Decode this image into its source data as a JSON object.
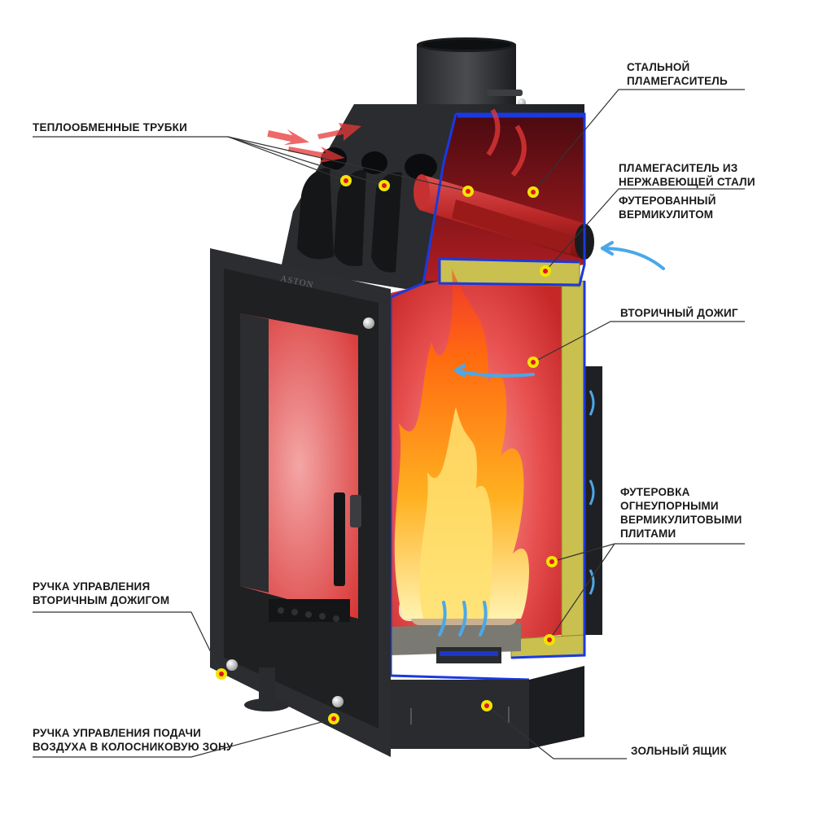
{
  "brand": "ASTON",
  "labels": {
    "heat_tubes": "ТЕПЛООБМЕННЫЕ ТРУБКИ",
    "steel_baffle": [
      "СТАЛЬНОЙ",
      "ПЛАМЕГАСИТЕЛЬ"
    ],
    "stainless_baffle": [
      "ПЛАМЕГАСИТЕЛЬ ИЗ",
      "НЕРЖАВЕЮЩЕЙ СТАЛИ"
    ],
    "vermiculite_lined": [
      "ФУТЕРОВАННЫЙ",
      "ВЕРМИКУЛИТОМ"
    ],
    "secondary_burn": "ВТОРИЧНЫЙ ДОЖИГ",
    "lining": [
      "ФУТЕРОВКА",
      "ОГНЕУПОРНЫМИ",
      "ВЕРМИКУЛИТОВЫМИ",
      "ПЛИТАМИ"
    ],
    "secondary_handle": [
      "РУЧКА УПРАВЛЕНИЯ",
      "ВТОРИЧНЫМ ДОЖИГОМ"
    ],
    "primary_handle": [
      "РУЧКА УПРАВЛЕНИЯ ПОДАЧИ",
      "ВОЗДУХА В КОЛОСНИКОВУЮ ЗОНУ"
    ],
    "ash_box": "ЗОЛЬНЫЙ ЯЩИК"
  },
  "colors": {
    "body": "#2b2d30",
    "firebox": "#e84848",
    "vermiculite": "#c9c050",
    "outline": "#1a39e0",
    "flame": "#ff8a1a",
    "marker": "#f2e500",
    "marker_core": "#e5102a",
    "hot_air": "#e83838",
    "cold_air": "#4aa8e8",
    "leader": "#333333"
  }
}
